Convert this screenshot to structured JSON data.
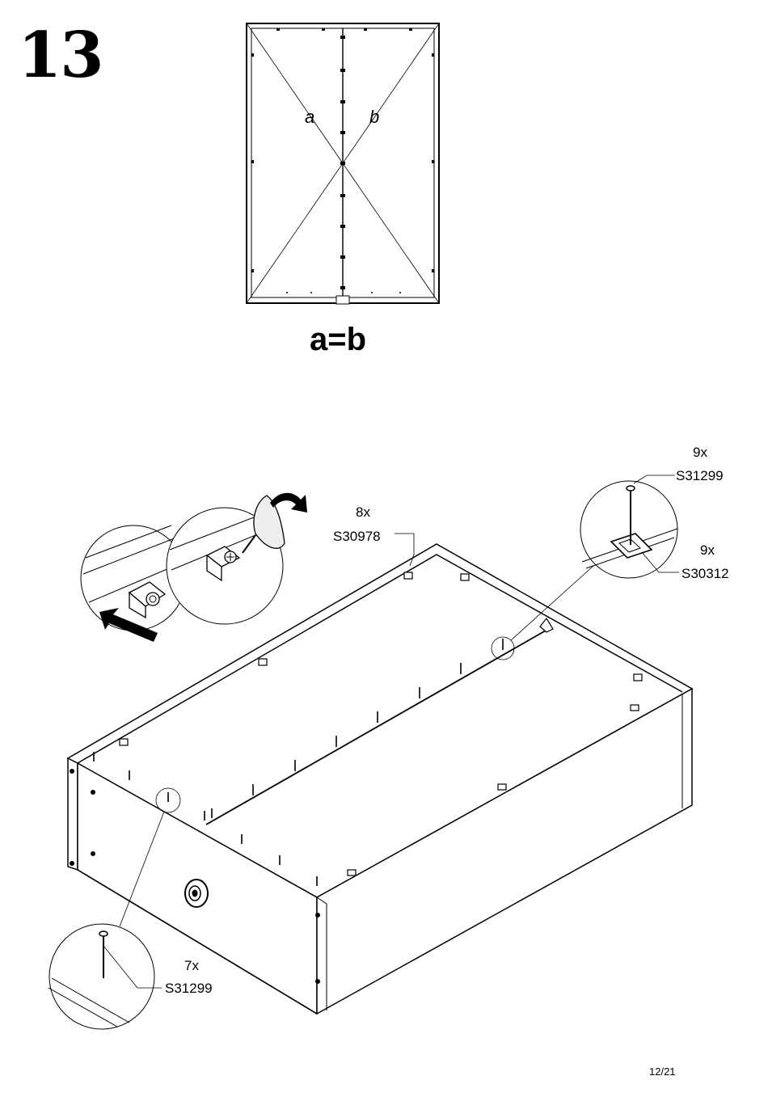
{
  "step": {
    "number": "13"
  },
  "top_diagram": {
    "diag_a": "a",
    "diag_b": "b",
    "equation": "a=b"
  },
  "callouts": {
    "nails_back_qty": "9x",
    "nails_back_code": "S31299",
    "clips_qty": "9x",
    "clips_code": "S30312",
    "cams_qty": "8x",
    "cams_code": "S30978",
    "nails_front_qty": "7x",
    "nails_front_code": "S31299"
  },
  "footer": {
    "page": "12/21"
  }
}
